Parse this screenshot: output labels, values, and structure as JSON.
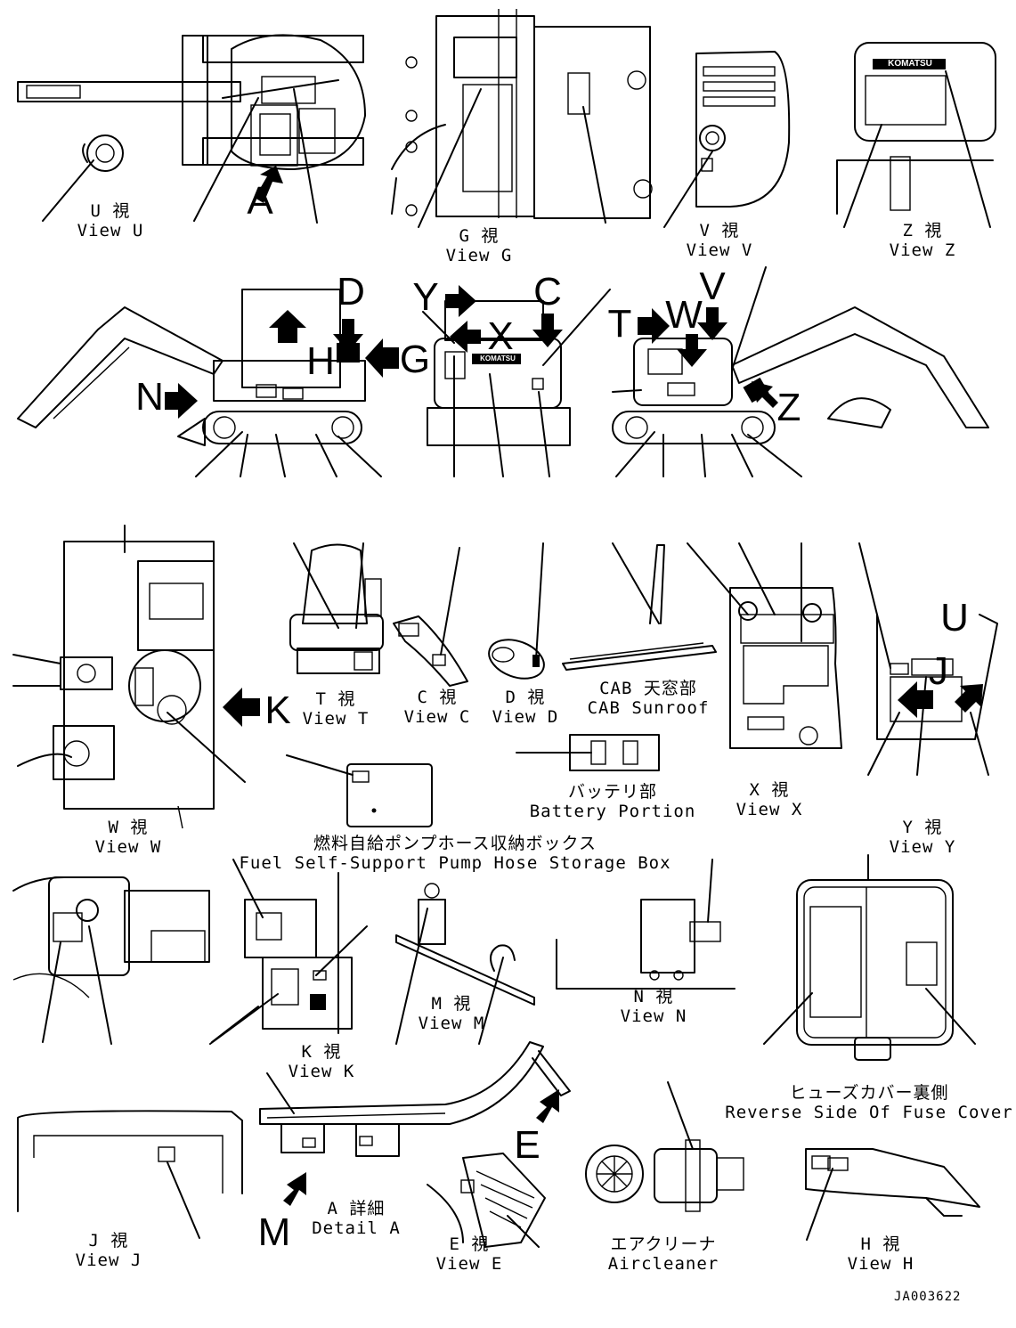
{
  "brand": "KOMATSU",
  "drawing_code": "JA003622",
  "views": [
    {
      "id": "view-u",
      "jp": "U 視",
      "en": "View U"
    },
    {
      "id": "view-g",
      "jp": "G 視",
      "en": "View G"
    },
    {
      "id": "view-v",
      "jp": "V 視",
      "en": "View V"
    },
    {
      "id": "view-z",
      "jp": "Z 視",
      "en": "View Z"
    },
    {
      "id": "view-w",
      "jp": "W 視",
      "en": "View W"
    },
    {
      "id": "view-t",
      "jp": "T 視",
      "en": "View T"
    },
    {
      "id": "view-c",
      "jp": "C 視",
      "en": "View C"
    },
    {
      "id": "view-d",
      "jp": "D 視",
      "en": "View D"
    },
    {
      "id": "cab-sunroof",
      "jp": "CAB 天窓部",
      "en": "CAB Sunroof"
    },
    {
      "id": "battery",
      "jp": "バッテリ部",
      "en": "Battery Portion"
    },
    {
      "id": "view-x",
      "jp": "X 視",
      "en": "View X"
    },
    {
      "id": "view-y",
      "jp": "Y 視",
      "en": "View Y"
    },
    {
      "id": "fuel-box",
      "jp": "燃料自給ポンプホース収納ボックス",
      "en": "Fuel Self-Support Pump Hose Storage Box"
    },
    {
      "id": "view-k",
      "jp": "K 視",
      "en": "View K"
    },
    {
      "id": "view-m",
      "jp": "M 視",
      "en": "View M"
    },
    {
      "id": "view-n",
      "jp": "N 視",
      "en": "View N"
    },
    {
      "id": "fuse-cover",
      "jp": "ヒューズカバー裏側",
      "en": "Reverse Side Of Fuse Cover"
    },
    {
      "id": "view-j",
      "jp": "J 視",
      "en": "View J"
    },
    {
      "id": "detail-a",
      "jp": "A 詳細",
      "en": "Detail A"
    },
    {
      "id": "view-e",
      "jp": "E 視",
      "en": "View E"
    },
    {
      "id": "aircleaner",
      "jp": "エアクリーナ",
      "en": "Aircleaner"
    },
    {
      "id": "view-h",
      "jp": "H 視",
      "en": "View H"
    }
  ],
  "letters": {
    "A": "A",
    "D": "D",
    "H": "H",
    "G": "G",
    "N": "N",
    "Y": "Y",
    "X": "X",
    "C": "C",
    "T": "T",
    "W": "W",
    "V": "V",
    "Z": "Z",
    "K": "K",
    "U": "U",
    "J": "J",
    "E": "E",
    "M": "M"
  }
}
